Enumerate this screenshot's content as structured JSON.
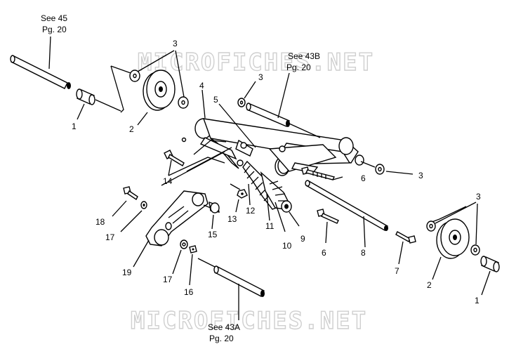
{
  "watermark": "MICROFICHES.NET",
  "references": {
    "see45_line1": "See 45",
    "see45_line2": "Pg. 20",
    "see43b_line1": "See 43B",
    "see43b_line2": "Pg. 20",
    "see43a_line1": "See 43A",
    "see43a_line2": "Pg. 20"
  },
  "callouts": {
    "c1a": "1",
    "c2a": "2",
    "c3a": "3",
    "c3b": "3",
    "c4": "4",
    "c5": "5",
    "c6a": "6",
    "c3c": "3",
    "c14": "14",
    "c13": "13",
    "c12": "12",
    "c11": "11",
    "c10": "10",
    "c9": "9",
    "c6b": "6",
    "c8": "8",
    "c7": "7",
    "c3d": "3",
    "c2b": "2",
    "c1b": "1",
    "c18": "18",
    "c17a": "17",
    "c15": "15",
    "c19": "19",
    "c17b": "17",
    "c16": "16"
  }
}
